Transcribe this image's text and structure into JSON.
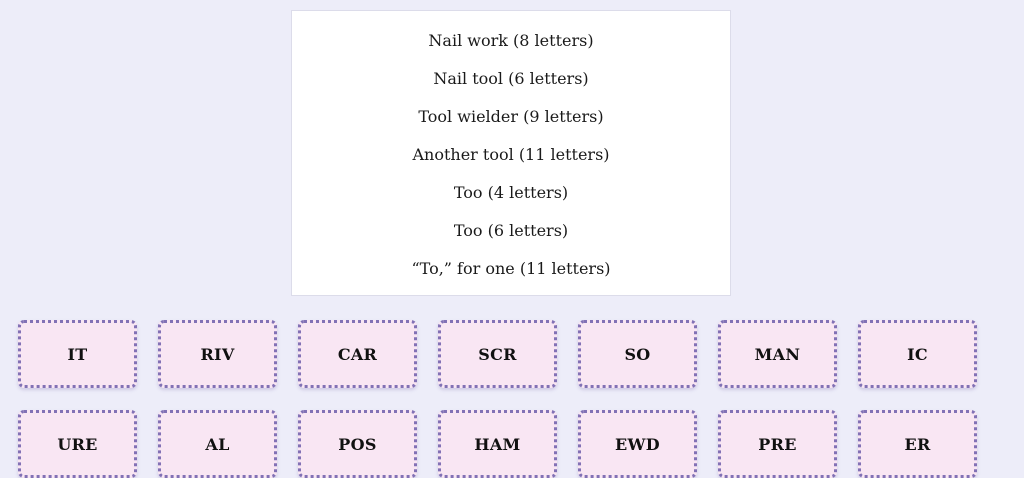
{
  "clues": [
    "Nail work (8 letters)",
    "Nail tool (6 letters)",
    "Tool wielder (9 letters)",
    "Another tool (11 letters)",
    "Too (4 letters)",
    "Too (6 letters)",
    "“To,” for one (11 letters)"
  ],
  "tiles": {
    "row1": [
      "IT",
      "RIV",
      "CAR",
      "SCR",
      "SO",
      "MAN",
      "IC"
    ],
    "row2": [
      "URE",
      "AL",
      "POS",
      "HAM",
      "EWD",
      "PRE",
      "ER"
    ]
  }
}
